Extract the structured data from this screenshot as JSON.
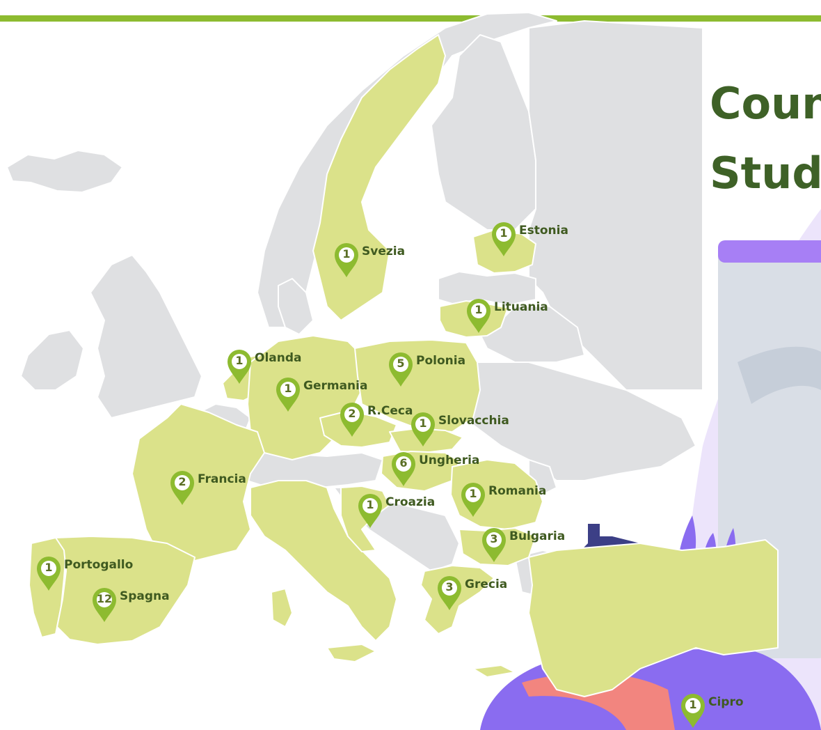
{
  "title": {
    "line1": "Coun",
    "line2": "Stud"
  },
  "colors": {
    "highlight": "#dbe28a",
    "land": "#dfe0e2",
    "border": "#ffffff",
    "marker": "#8dbb30",
    "title": "#3e6127",
    "accent_purple": "#9b6cf0"
  },
  "icons": {
    "marker": "map-pin-icon"
  },
  "markers": [
    {
      "country": "Svezia",
      "count": "1"
    },
    {
      "country": "Estonia",
      "count": "1"
    },
    {
      "country": "Lituania",
      "count": "1"
    },
    {
      "country": "Olanda",
      "count": "1"
    },
    {
      "country": "Polonia",
      "count": "5"
    },
    {
      "country": "Germania",
      "count": "1"
    },
    {
      "country": "R.Ceca",
      "count": "2"
    },
    {
      "country": "Slovacchia",
      "count": "1"
    },
    {
      "country": "Ungheria",
      "count": "6"
    },
    {
      "country": "Francia",
      "count": "2"
    },
    {
      "country": "Romania",
      "count": "1"
    },
    {
      "country": "Croazia",
      "count": "1"
    },
    {
      "country": "Bulgaria",
      "count": "3"
    },
    {
      "country": "Portogallo",
      "count": "1"
    },
    {
      "country": "Spagna",
      "count": "12"
    },
    {
      "country": "Grecia",
      "count": "3"
    },
    {
      "country": "Cipro",
      "count": "1"
    }
  ]
}
